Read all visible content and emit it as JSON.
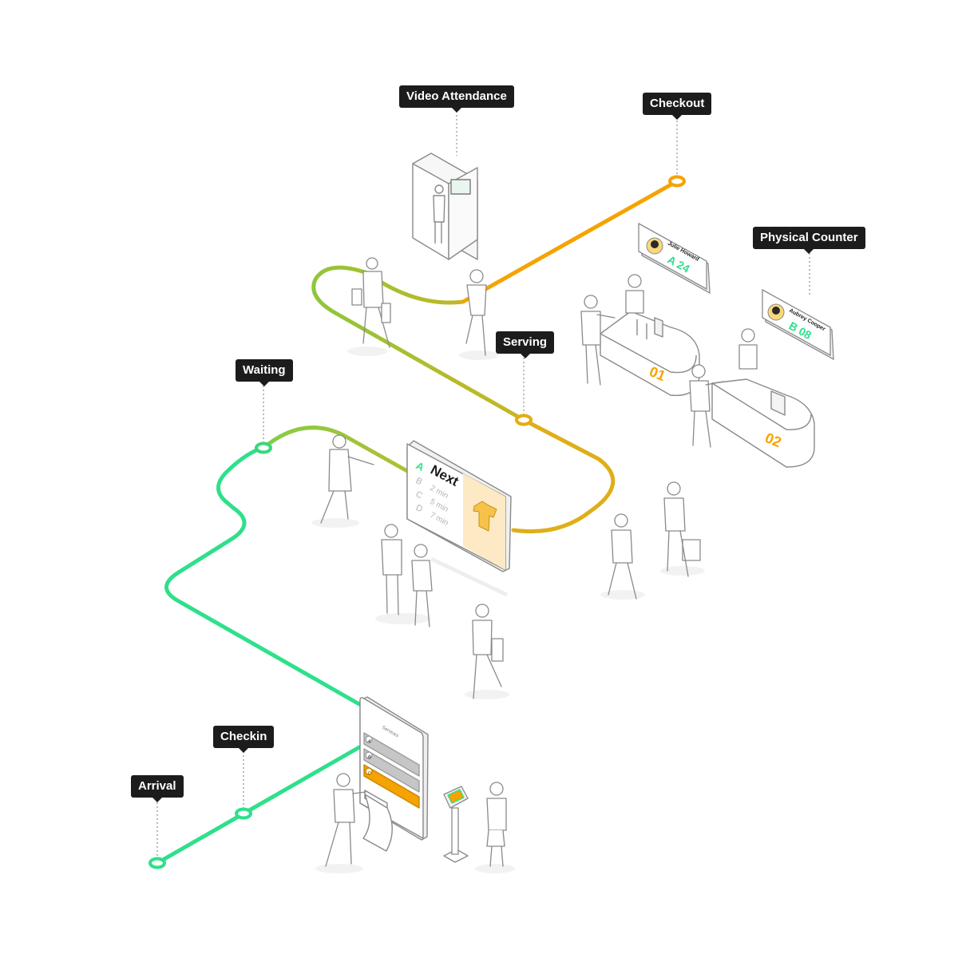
{
  "stages": {
    "arrival": "Arrival",
    "checkin": "Checkin",
    "waiting": "Waiting",
    "serving": "Serving",
    "checkout": "Checkout",
    "video_attendance": "Video Attendance",
    "physical_counter": "Physical Counter"
  },
  "queue_board": {
    "rows": [
      {
        "letter": "A",
        "text": "Next"
      },
      {
        "letter": "B",
        "text": "2 min"
      },
      {
        "letter": "C",
        "text": "5 min"
      },
      {
        "letter": "D",
        "text": "7 min"
      }
    ]
  },
  "counters": {
    "counter_1": {
      "number": "01",
      "agent": "Julie Howard",
      "ticket": "A 24"
    },
    "counter_2": {
      "number": "02",
      "agent": "Aubrey Cooper",
      "ticket": "B 08"
    }
  },
  "kiosk": {
    "title": "Services",
    "options": [
      "A",
      "B",
      "C"
    ]
  },
  "colors": {
    "green": "#2ee08a",
    "olive": "#b5bd2a",
    "orange": "#f5a300",
    "tag_bg": "#1c1c1c"
  }
}
